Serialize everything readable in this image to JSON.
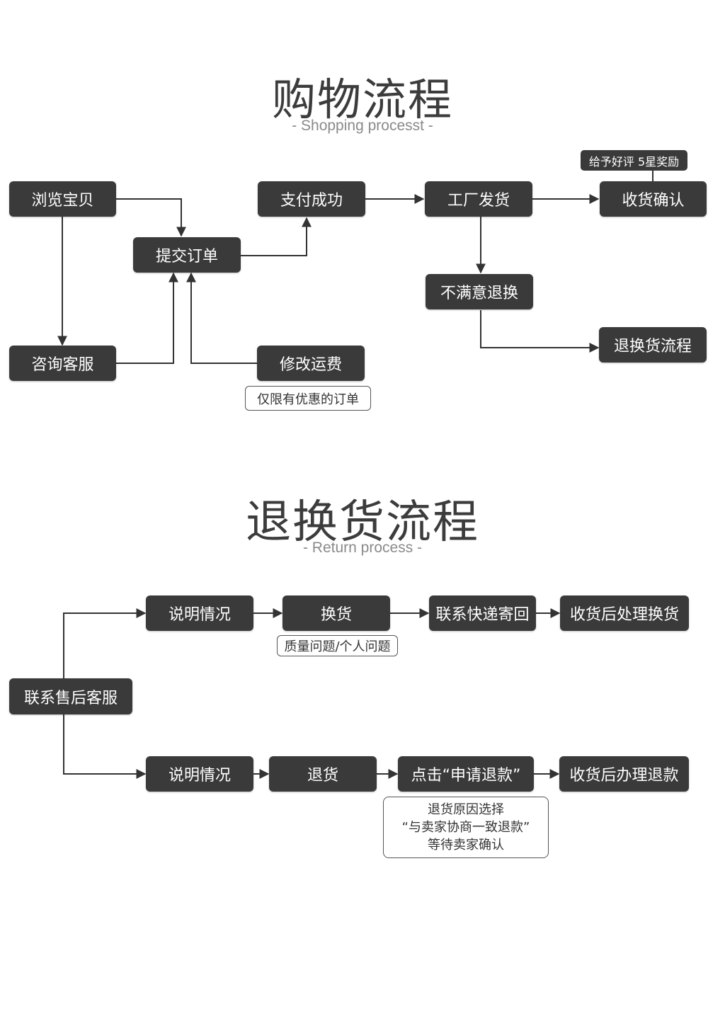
{
  "shopping": {
    "title": "购物流程",
    "subtitle": "- Shopping processt -",
    "nodes": {
      "browse": "浏览宝贝",
      "consult": "咨询客服",
      "submit": "提交订单",
      "paid": "支付成功",
      "ship": "工厂发货",
      "receive": "收货确认",
      "unsatisfied": "不满意退换",
      "return_flow": "退换货流程",
      "modify_fee": "修改运费"
    },
    "notes": {
      "discount_only": "仅限有优惠的订单",
      "review_reward": "给予好评 5星奖励"
    }
  },
  "returns": {
    "title": "退换货流程",
    "subtitle": "- Return process -",
    "contact": "联系售后客服",
    "exchange_row": {
      "explain": "说明情况",
      "exchange": "换货",
      "express": "联系快递寄回",
      "after": "收货后处理换货",
      "note": "质量问题/个人问题"
    },
    "refund_row": {
      "explain": "说明情况",
      "refund": "退货",
      "apply": "点击“申请退款”",
      "after": "收货后办理退款",
      "note_lines": [
        "退货原因选择",
        "“与卖家协商一致退款”",
        "等待卖家确认"
      ]
    }
  }
}
